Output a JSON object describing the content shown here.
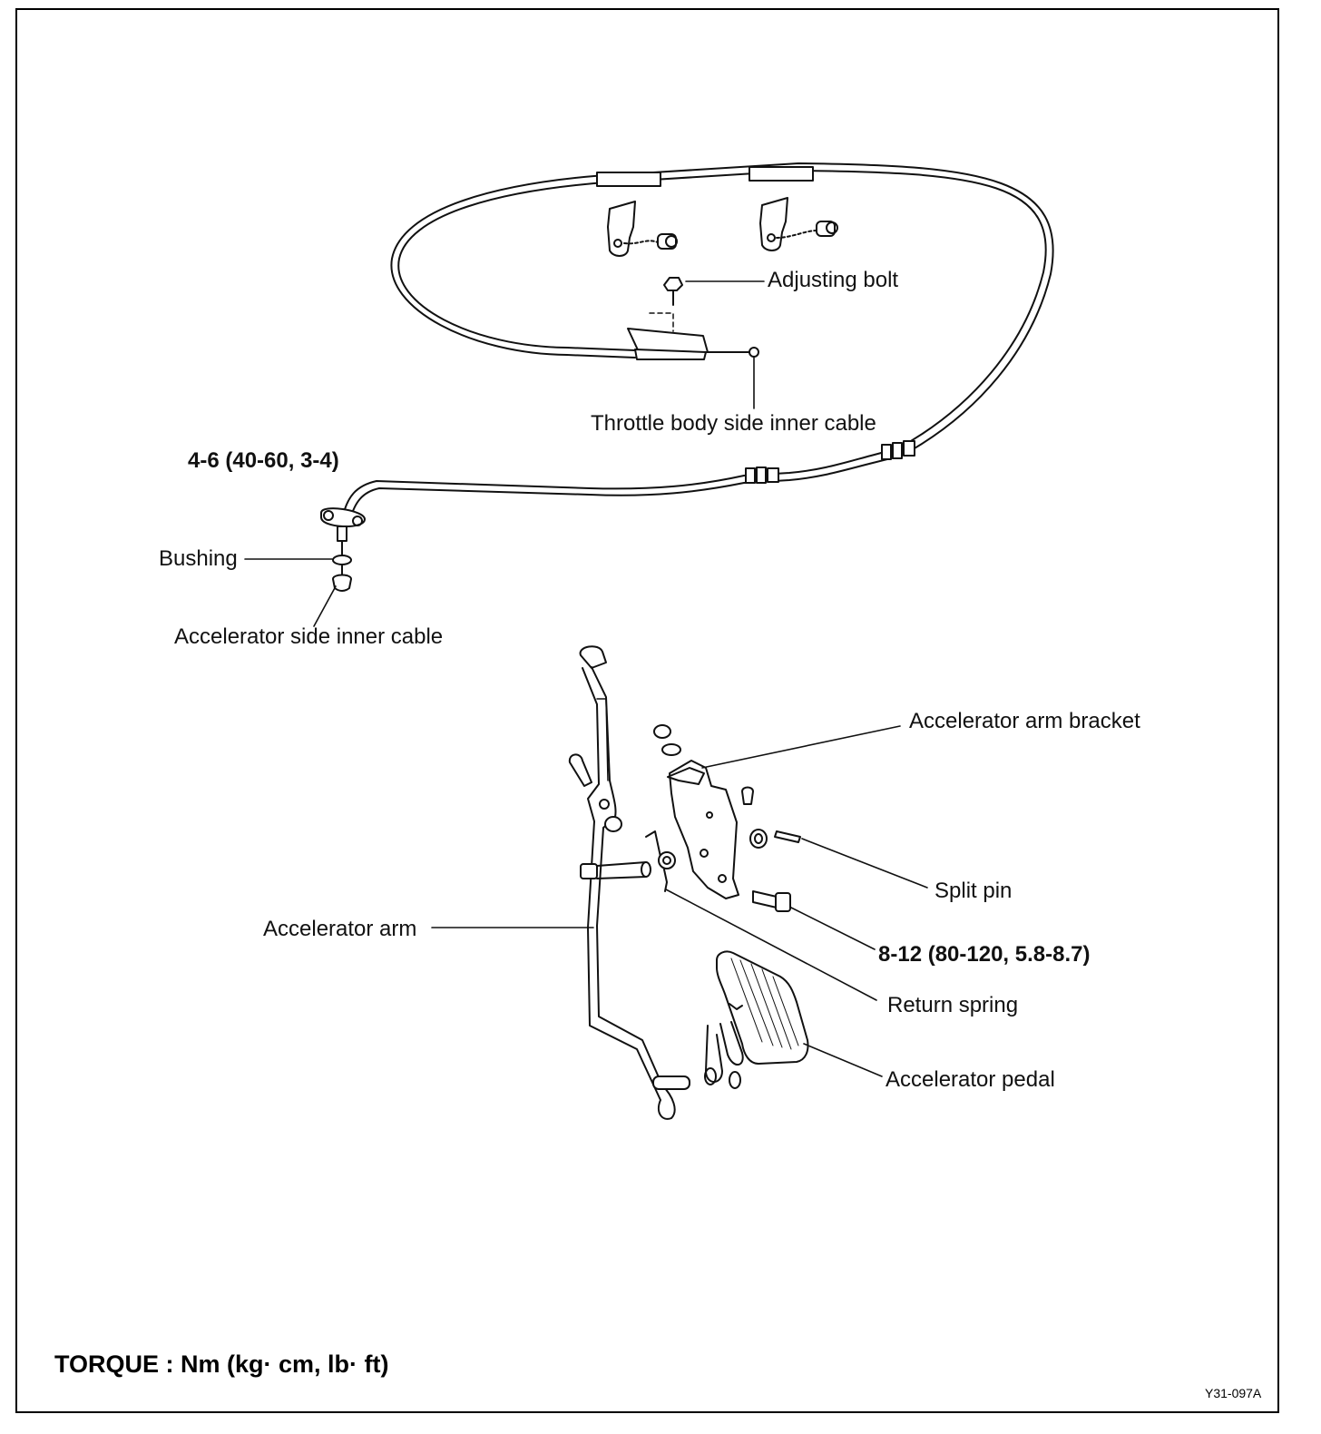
{
  "labels": {
    "adjusting_bolt": "Adjusting bolt",
    "throttle_cable": "Throttle body side inner cable",
    "torque_top": "4-6 (40-60, 3-4)",
    "bushing": "Bushing",
    "accel_side_cable": "Accelerator side inner cable",
    "arm_bracket": "Accelerator arm bracket",
    "split_pin": "Split pin",
    "accel_arm": "Accelerator arm",
    "torque_bolt": "8-12 (80-120, 5.8-8.7)",
    "return_spring": "Return spring",
    "accel_pedal": "Accelerator pedal"
  },
  "legend": {
    "torque_units": "TORQUE : Nm (kg· cm, lb· ft)"
  },
  "figure_id": "Y31-097A"
}
